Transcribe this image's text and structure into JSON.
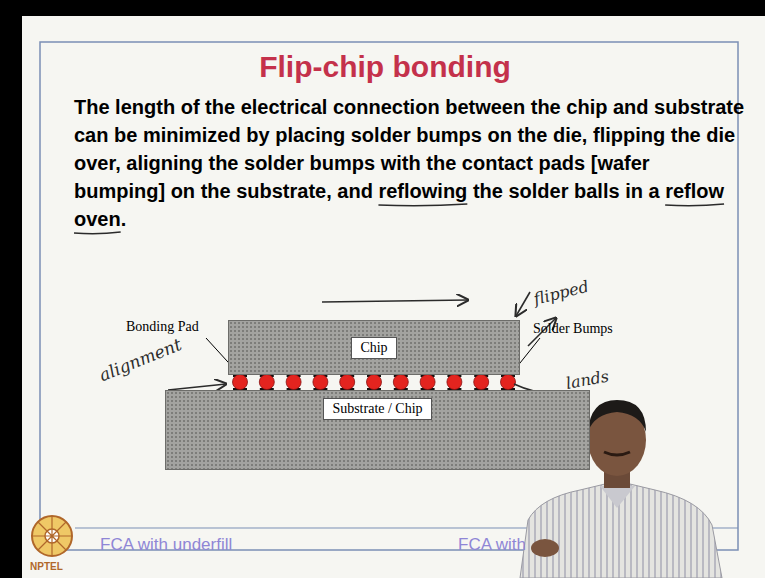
{
  "diagram": {
    "title": "Flip-chip bonding",
    "nodes": [
      {
        "text": [
          "Chip"
        ]
      },
      {
        "text": [
          "Substrate / Chip"
        ]
      }
    ],
    "labels": [
      "The length of the electrical connection between the chip and substrate can be minimized by placing solder bumps on the die, flipping the die over, aligning the solder bumps with the contact pads [wafer bumping] on the substrate, and reflowing the solder balls in a reflow oven.",
      "Bonding Pad",
      "Solder Bumps",
      "alignment",
      "flipped",
      "lands",
      "FCA with underfill",
      "FCA with",
      "NPTEL"
    ]
  }
}
